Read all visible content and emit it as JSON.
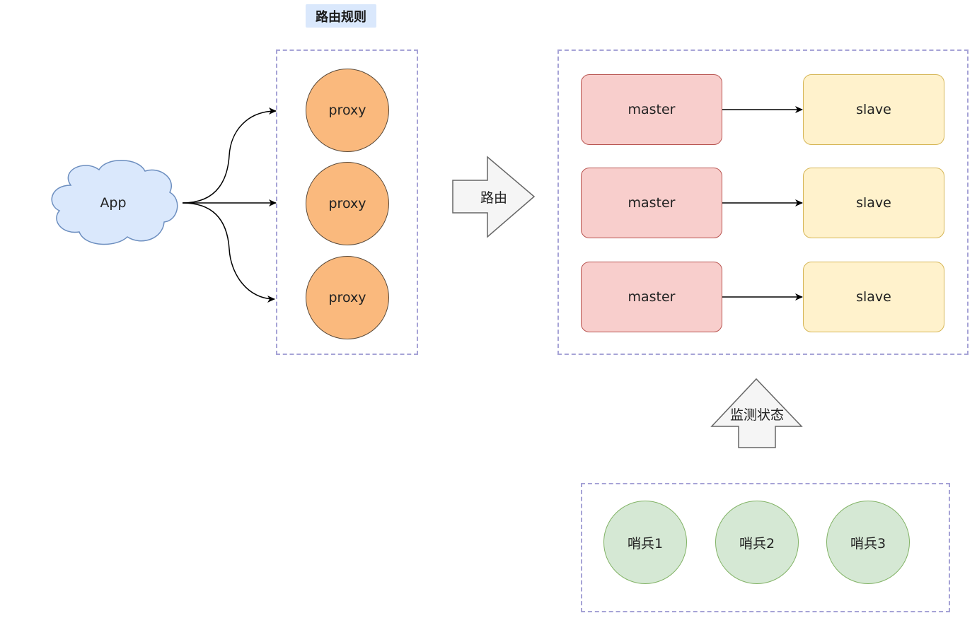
{
  "header": {
    "routing_rules": "路由规则"
  },
  "app": {
    "label": "App"
  },
  "proxies": [
    "proxy",
    "proxy",
    "proxy"
  ],
  "routing_arrow": {
    "label": "路由"
  },
  "cluster": {
    "pairs": [
      {
        "master": "master",
        "slave": "slave"
      },
      {
        "master": "master",
        "slave": "slave"
      },
      {
        "master": "master",
        "slave": "slave"
      }
    ]
  },
  "monitor_arrow": {
    "label": "监测状态"
  },
  "sentinels": [
    "哨兵1",
    "哨兵2",
    "哨兵3"
  ],
  "colors": {
    "proxy_fill": "#fab97d",
    "master_fill": "#f8cecc",
    "slave_fill": "#fff2cc",
    "sentinel_fill": "#d5e8d4",
    "cloud_fill": "#dae8fc",
    "group_border": "#a6a3d6"
  }
}
